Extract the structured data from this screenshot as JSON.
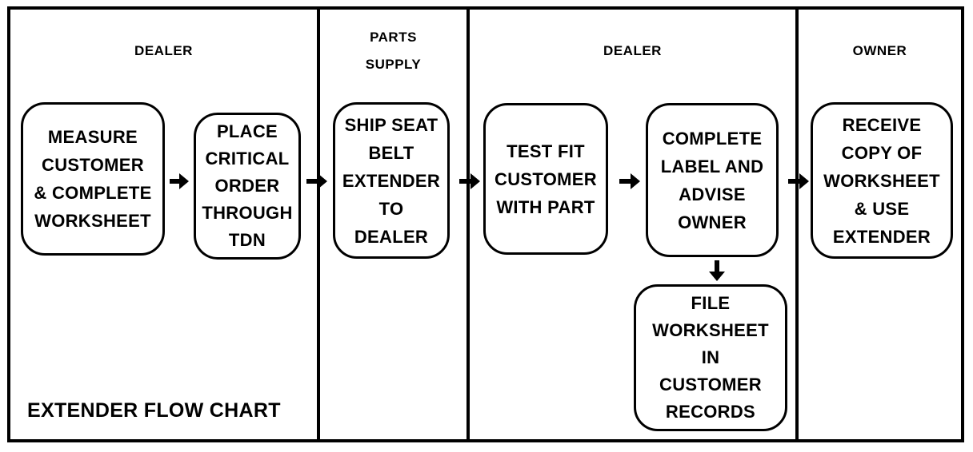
{
  "lanes": [
    {
      "title": "DEALER"
    },
    {
      "title": "PARTS\nSUPPLY"
    },
    {
      "title": "DEALER"
    },
    {
      "title": "OWNER"
    }
  ],
  "steps": {
    "measure": "MEASURE\nCUSTOMER\n& COMPLETE\nWORKSHEET",
    "place": "PLACE\nCRITICAL\nORDER\nTHROUGH\nTDN",
    "ship": "SHIP SEAT\nBELT\nEXTENDER\nTO\nDEALER",
    "test": "TEST FIT\nCUSTOMER\nWITH PART",
    "complete": "COMPLETE\nLABEL AND\nADVISE\nOWNER",
    "file": "FILE\nWORKSHEET\nIN\nCUSTOMER\nRECORDS",
    "receive": "RECEIVE\nCOPY OF\nWORKSHEET\n& USE\nEXTENDER"
  },
  "caption": "EXTENDER FLOW CHART",
  "icons": {
    "arrow": "arrow-right-icon",
    "arrow_down": "arrow-down-icon"
  }
}
